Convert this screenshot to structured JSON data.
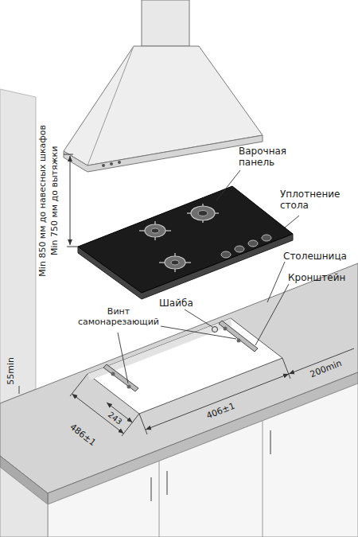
{
  "diagram": {
    "labels": [
      "Min 750 мм до вытяжки",
      "Min 850 мм до навесных шкафов",
      "55min",
      "Варочная панель",
      "Уплотнение стола",
      "Столешница",
      "Кронштейн",
      "Шайба",
      "Винт самонарезающий",
      "486±1",
      "243",
      "406±1",
      "200min"
    ]
  }
}
